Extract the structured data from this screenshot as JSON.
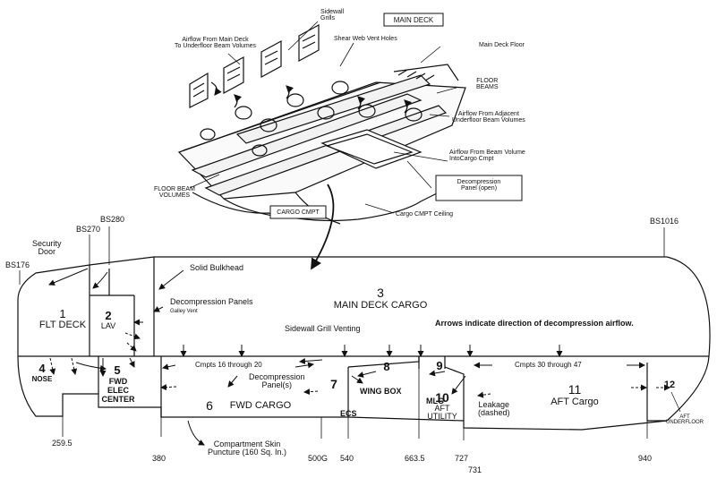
{
  "top_view": {
    "main_deck_box": "MAIN DECK",
    "sidewall_grills": "Sidewall\nGrills",
    "airflow_main_deck": "Airflow From Main Deck\nTo Underfloor Beam Volumes",
    "shear_web_vent_holes": "Shear Web Vent Holes",
    "main_deck_floor": "Main Deck Floor",
    "floor_beams": "FLOOR\nBEAMS",
    "airflow_adjacent": "Airflow From Adjacent\nUnderfloor Beam Volumes",
    "airflow_beam_volume": "Airflow From Beam Volume\nIntoCargo Cmpt",
    "decompression_panel_open": "Decompression\nPanel (open)",
    "floor_beam_volumes": "FLOOR BEAM\nVOLUMES",
    "cargo_cmpt_box": "CARGO CMPT",
    "cargo_cmpt_ceiling": "Cargo CMPT Ceiling"
  },
  "stations": {
    "bs176": "BS176",
    "bs270": "BS270",
    "bs280": "BS280",
    "bs1016": "BS1016",
    "s259_5": "259.5",
    "s380": "380",
    "s500g": "500G",
    "s540": "540",
    "s663_5": "663.5",
    "s727": "727",
    "s731": "731",
    "s940": "940"
  },
  "labels": {
    "security_door": "Security\nDoor",
    "solid_bulkhead": "Solid Bulkhead",
    "decompression_panels": "Decompression Panels",
    "galley_vent": "Galley Vent",
    "sidewall_grill_venting": "Sidewall Grill Venting",
    "arrows_note": "Arrows indicate direction of decompression airflow.",
    "cmpts_16_20": "Cmpts 16 through 20",
    "cmpts_30_47": "Cmpts 30 through 47",
    "decompression_panels_small": "Decompression\nPanel(s)",
    "wing_box": "WING BOX",
    "ecs": "ECS",
    "mlg": "MLG",
    "leakage": "Leakage\n(dashed)",
    "compartment_skin": "Compartment Skin\nPuncture (160 Sq. In.)",
    "aft_underfloor": "AFT\nUNDERFLOOR"
  },
  "compartments": [
    {
      "num": "1",
      "name": "FLT DECK"
    },
    {
      "num": "2",
      "name": "LAV"
    },
    {
      "num": "3",
      "name": "MAIN DECK CARGO"
    },
    {
      "num": "4",
      "name": "NOSE"
    },
    {
      "num": "5",
      "name": "FWD\nELEC\nCENTER"
    },
    {
      "num": "6",
      "name": "FWD CARGO"
    },
    {
      "num": "7",
      "name": ""
    },
    {
      "num": "8",
      "name": ""
    },
    {
      "num": "9",
      "name": ""
    },
    {
      "num": "10",
      "name": "AFT\nUTILITY"
    },
    {
      "num": "11",
      "name": "AFT Cargo"
    },
    {
      "num": "12",
      "name": ""
    }
  ]
}
